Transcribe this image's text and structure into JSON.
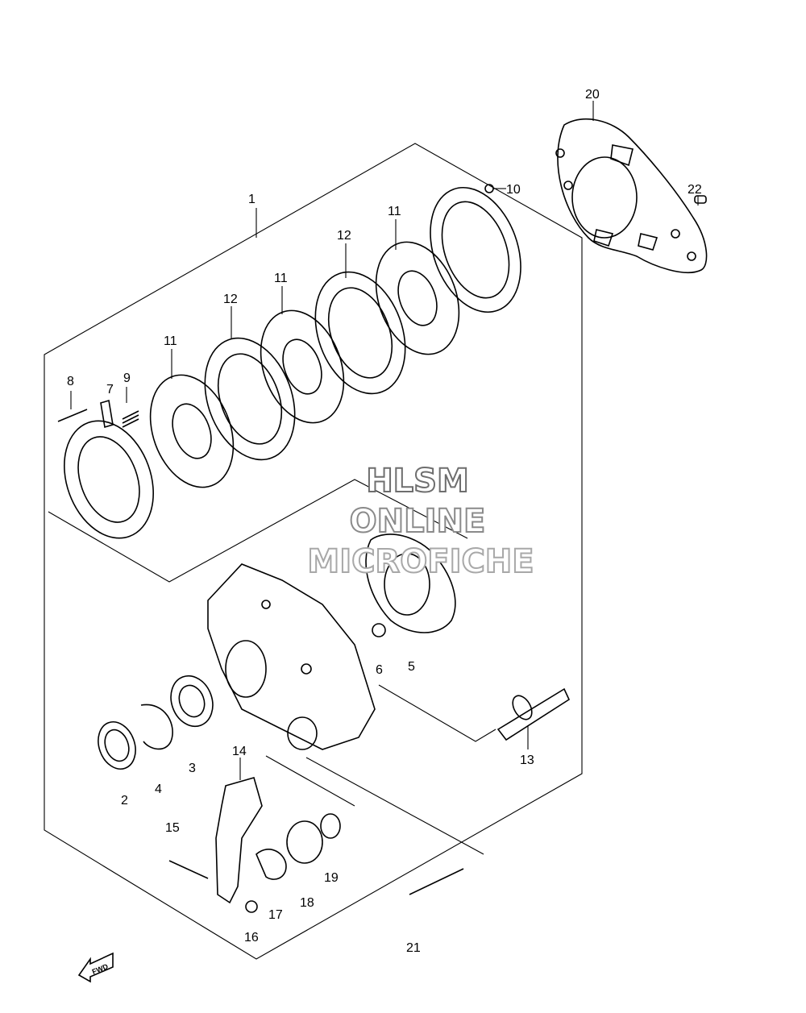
{
  "callouts": {
    "c1": "1",
    "c2": "2",
    "c3": "3",
    "c4": "4",
    "c5": "5",
    "c6": "6",
    "c7": "7",
    "c8": "8",
    "c9": "9",
    "c10": "10",
    "c11a": "11",
    "c11b": "11",
    "c11c": "11",
    "c12a": "12",
    "c12b": "12",
    "c13": "13",
    "c14": "14",
    "c15": "15",
    "c16": "16",
    "c17": "17",
    "c18": "18",
    "c19": "19",
    "c20": "20",
    "c21": "21",
    "c22": "22"
  },
  "watermark": {
    "line1": "HLSM",
    "line2": "ONLINE",
    "line3": "MICROFICHE"
  },
  "fwd_label": "FWD",
  "colors": {
    "ink": "#000000",
    "watermark_stroke": "#6e6e6e",
    "watermark_stroke_light": "#a8a8a8"
  }
}
